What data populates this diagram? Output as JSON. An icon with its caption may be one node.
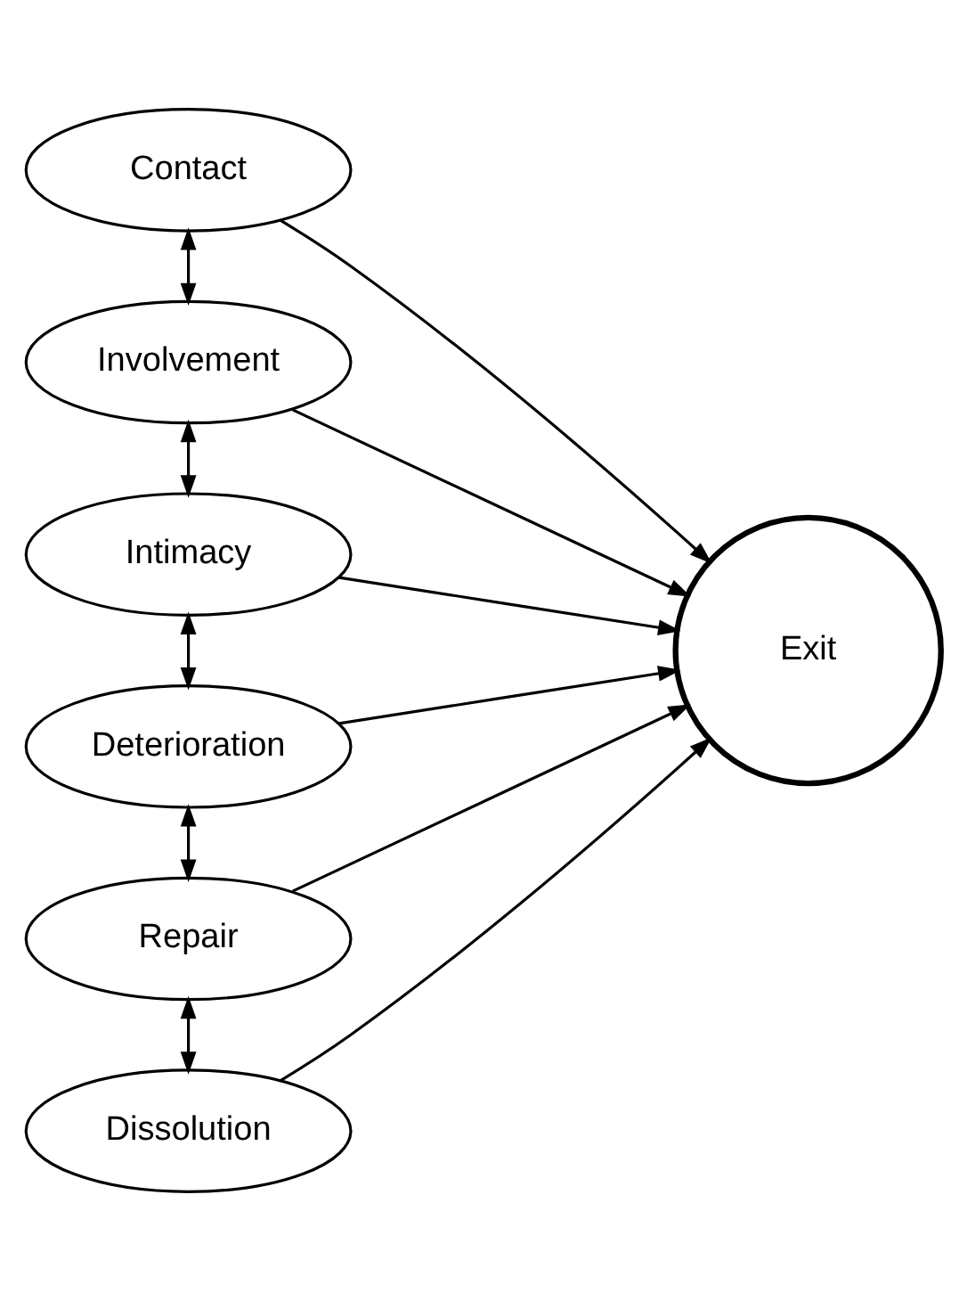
{
  "diagram": {
    "nodes": [
      {
        "text": [
          "Contact"
        ]
      },
      {
        "text": [
          "Involvement"
        ]
      },
      {
        "text": [
          "Intimacy"
        ]
      },
      {
        "text": [
          "Deterioration"
        ]
      },
      {
        "text": [
          "Repair"
        ]
      },
      {
        "text": [
          "Dissolution"
        ]
      },
      {
        "text": [
          "Exit"
        ]
      }
    ],
    "edges": [
      {
        "from": 0,
        "to": 1,
        "arrow": "both"
      },
      {
        "from": 1,
        "to": 2,
        "arrow": "both"
      },
      {
        "from": 2,
        "to": 3,
        "arrow": "both"
      },
      {
        "from": 3,
        "to": 4,
        "arrow": "both"
      },
      {
        "from": 4,
        "to": 5,
        "arrow": "both"
      },
      {
        "from": 0,
        "to": 6,
        "arrow": "to"
      },
      {
        "from": 1,
        "to": 6,
        "arrow": "to"
      },
      {
        "from": 2,
        "to": 6,
        "arrow": "to"
      },
      {
        "from": 3,
        "to": 6,
        "arrow": "to"
      },
      {
        "from": 4,
        "to": 6,
        "arrow": "to"
      },
      {
        "from": 5,
        "to": 6,
        "arrow": "to"
      }
    ]
  }
}
